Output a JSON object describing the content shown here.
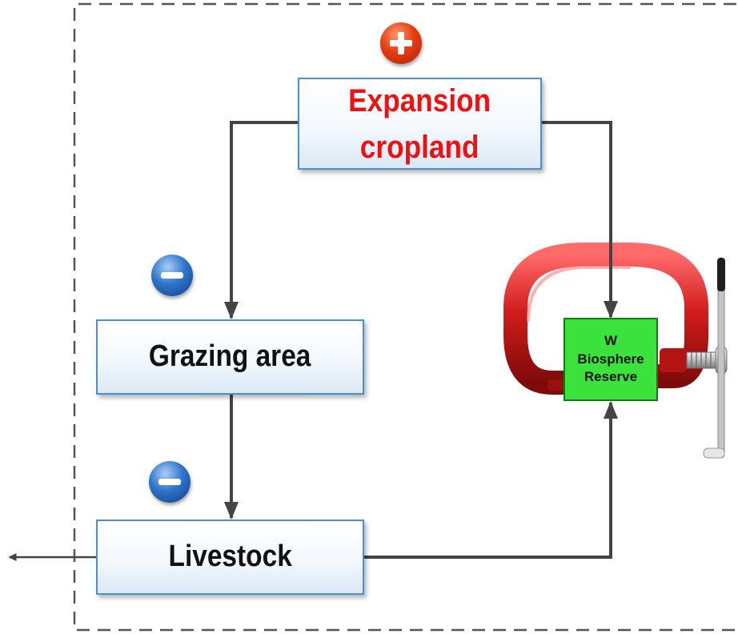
{
  "nodes": {
    "expansion_cropland": {
      "line1": "Expansion",
      "line2": "cropland"
    },
    "grazing_area": {
      "label": "Grazing area"
    },
    "livestock": {
      "label": "Livestock"
    },
    "biosphere_reserve": {
      "line1": "W",
      "line2": "Biosphere",
      "line3": "Reserve"
    }
  },
  "signs": {
    "expansion_cropland": "plus",
    "grazing_area": "minus",
    "livestock": "minus"
  },
  "colors": {
    "box_border": "#4a8fcf",
    "expansion_text": "#ee1111",
    "reserve_fill": "#3ce23c",
    "arrow": "#444444",
    "dashed_frame": "#555555",
    "clamp": "#cc1a1a"
  },
  "icons": [
    "plus-sign-icon",
    "minus-sign-icon",
    "clamp-icon",
    "arrow-icon"
  ]
}
